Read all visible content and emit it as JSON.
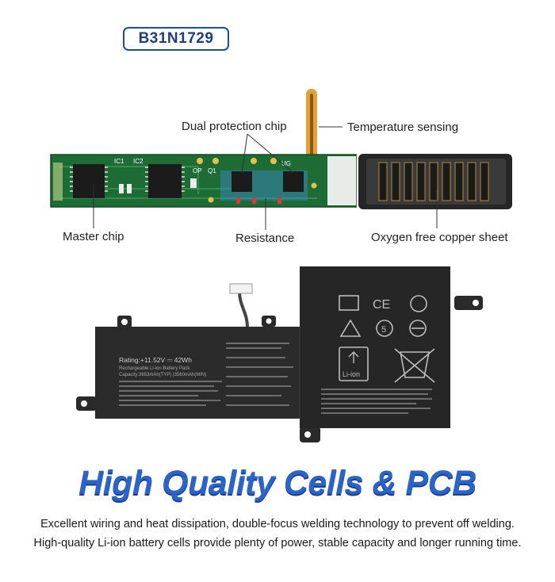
{
  "model": "B31N1729",
  "callouts": {
    "dual_protection_chip": "Dual protection chip",
    "temperature_sensing": "Temperature sensing",
    "master_chip": "Master chip",
    "resistance": "Resistance",
    "oxygen_free_copper_sheet": "Oxygen free copper sheet"
  },
  "pcb_marks": {
    "ic1": "IC1",
    "ic2": "IC2",
    "op": "OP",
    "q1": "Q1",
    "ug": "UG"
  },
  "battery_label": {
    "rating": "Rating:+11.52V ⎓ 42Wh",
    "pack": "Rechargeable Li-ion Battery Pack",
    "capacity": "Capacity:3653mAh(TYP) |3560mAh(MIN)",
    "li_ion": "Li-ion",
    "ce": "CE"
  },
  "headline": "High Quality Cells & PCB",
  "description": [
    "Excellent wiring and heat dissipation, double-focus welding technology to prevent off welding.",
    "High-quality Li-ion battery cells provide plenty of power, stable capacity and longer running time."
  ],
  "colors": {
    "badge_border": "#1f4f8f",
    "headline": "#2a63c9",
    "pcb_green": "#1d6b35",
    "battery": "#2a2a2a"
  }
}
